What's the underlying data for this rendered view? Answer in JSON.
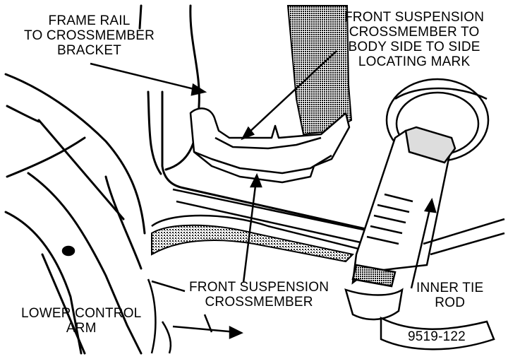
{
  "labels": {
    "frame_rail_bracket": [
      "FRAME RAIL",
      "TO CROSSMEMBER",
      "BRACKET"
    ],
    "locating_mark": [
      "FRONT SUSPENSION",
      "CROSSMEMBER TO",
      "BODY SIDE TO SIDE",
      "LOCATING MARK"
    ],
    "crossmember": [
      "FRONT SUSPENSION",
      "CROSSMEMBER"
    ],
    "lower_control_arm": [
      "LOWER CONTROL",
      "ARM"
    ],
    "inner_tie_rod": [
      "INNER TIE",
      "ROD"
    ],
    "figure_number": "9519-122"
  }
}
